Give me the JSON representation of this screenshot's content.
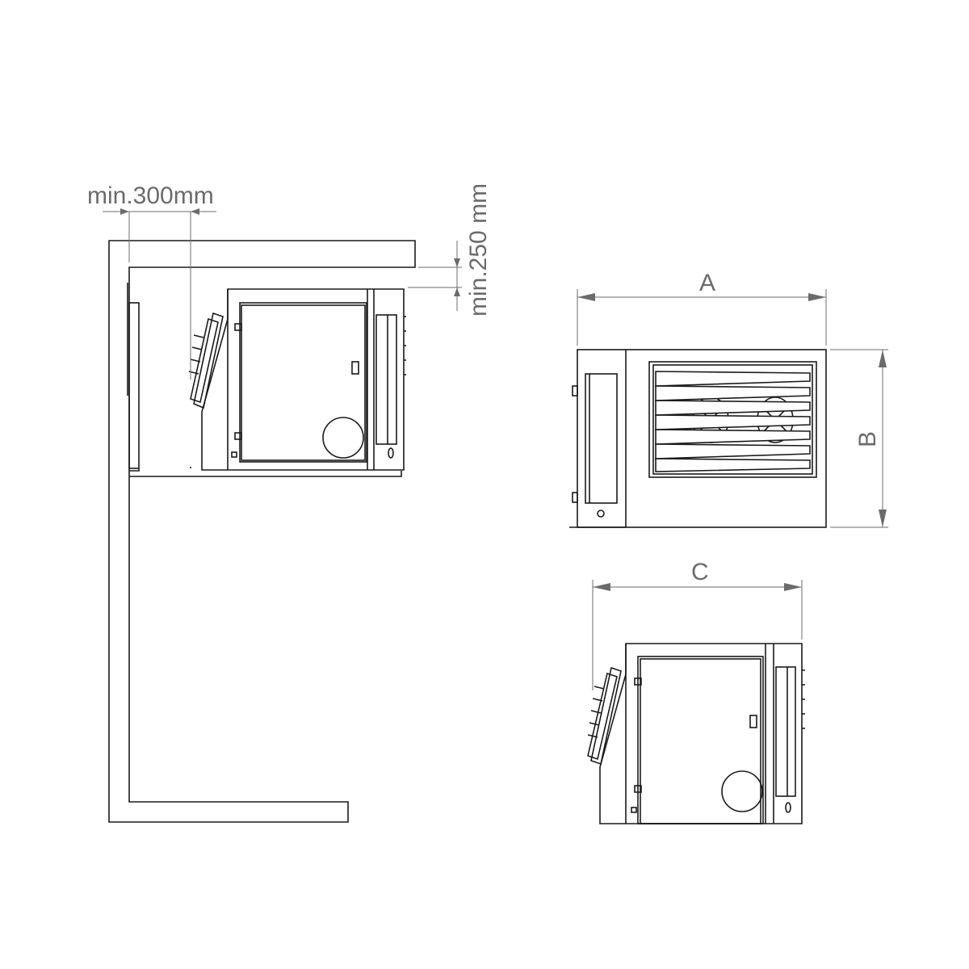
{
  "labels": {
    "min_horizontal": "min.300mm",
    "min_vertical": "min.250 mm",
    "dim_a": "A",
    "dim_b": "B",
    "dim_c": "C"
  },
  "colors": {
    "line": "#1a1a1a",
    "dimension": "#6b6b6b",
    "background": "#ffffff"
  }
}
